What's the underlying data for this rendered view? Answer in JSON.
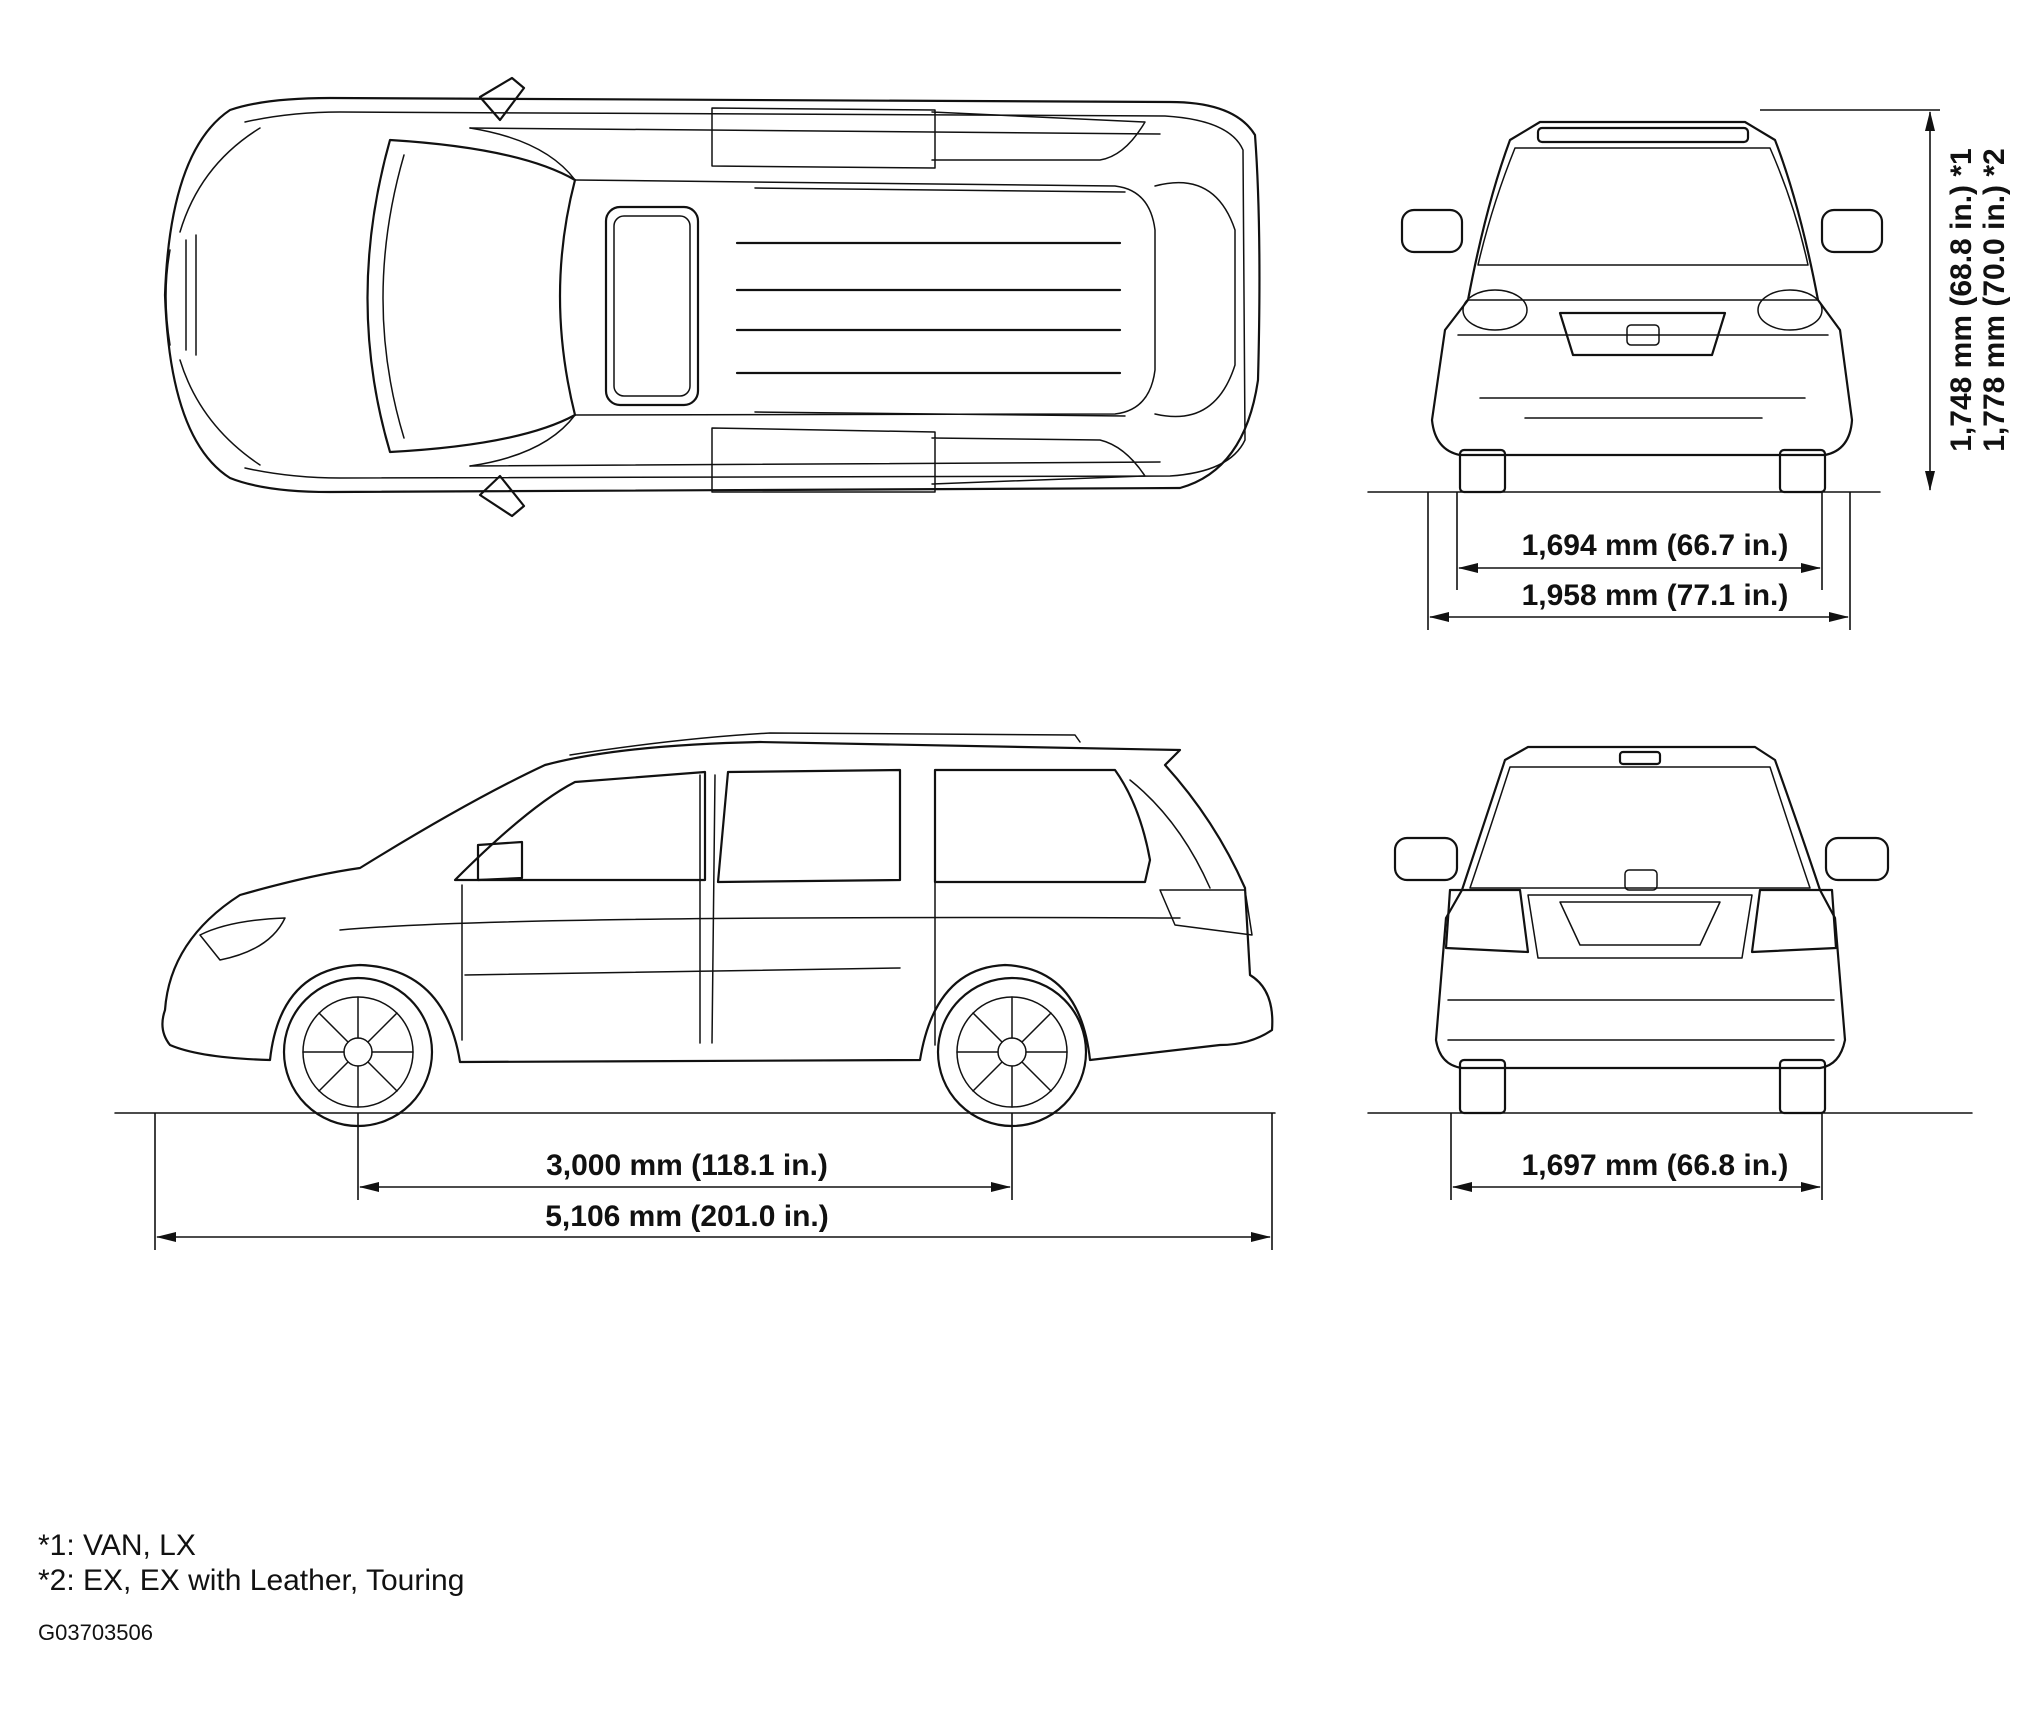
{
  "dimensions": {
    "height_1": "1,748 mm (68.8 in.) *1",
    "height_2": "1,778 mm (70.0 in.) *2",
    "front_track": "1,694 mm (66.7 in.)",
    "overall_width": "1,958 mm (77.1 in.)",
    "wheelbase": "3,000 mm (118.1 in.)",
    "overall_length": "5,106 mm (201.0 in.)",
    "rear_track": "1,697 mm (66.8 in.)"
  },
  "footnotes": {
    "note_1": "*1: VAN, LX",
    "note_2": "*2: EX, EX with Leather, Touring"
  },
  "figure_code": "G03703506"
}
